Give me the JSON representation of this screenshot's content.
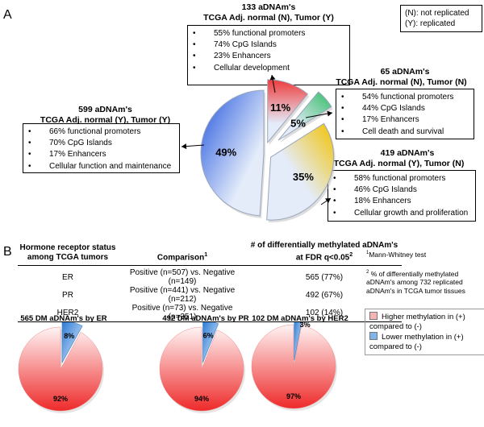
{
  "panel_a": {
    "letter": "A",
    "legend": [
      "(N): not replicated",
      "(Y): replicated"
    ],
    "groups": [
      {
        "key": "red",
        "title1": "133 aDNAm's",
        "title2": "TCGA Adj. normal (N), Tumor (Y)",
        "items": [
          "55% functional promoters",
          "74% CpG Islands",
          "23% Enhancers",
          "Cellular development"
        ]
      },
      {
        "key": "green",
        "title1": "65 aDNAm's",
        "title2": "TCGA Adj. normal (N), Tumor (N)",
        "items": [
          "54% functional promoters",
          "44% CpG Islands",
          "17% Enhancers",
          "Cell death and survival"
        ]
      },
      {
        "key": "blue",
        "title1": "599 aDNAm's",
        "title2": "TCGA Adj. normal (Y), Tumor (Y)",
        "items": [
          "66% functional promoters",
          "70% CpG Islands",
          "17% Enhancers",
          "Cellular function and maintenance"
        ]
      },
      {
        "key": "yellow",
        "title1": "419 aDNAm's",
        "title2": "TCGA Adj. normal (Y), Tumor (N)",
        "items": [
          "58% functional promoters",
          "46% CpG Islands",
          "18% Enhancers",
          "Cellular growth and proliferation"
        ]
      }
    ]
  },
  "panel_b": {
    "letter": "B",
    "table": {
      "headers": [
        "Hormone receptor status among TCGA tumors",
        "Comparison",
        "# of differentially methylated aDNAm's at FDR q<0.05"
      ],
      "header_sups": [
        "1",
        "2"
      ],
      "rows": [
        [
          "ER",
          "Positive (n=507) vs. Negative (n=149)",
          "565 (77%)"
        ],
        [
          "PR",
          "Positive (n=441) vs. Negative (n=212)",
          "492 (67%)"
        ],
        [
          "HER2",
          "Positive (n=73) vs. Negative (n=351)",
          "102 (14%)"
        ]
      ]
    },
    "footnote1": {
      "sup": "1",
      "text": "Mann-Whitney test"
    },
    "footnote2": {
      "sup": "2",
      "text": " % of differentially methylated aDNAm's among  732 replicated aDNAm's  in TCGA tumor tissues"
    },
    "legend": [
      "Higher methylation in (+) compared to (-)",
      "Lower methylation in (+) compared to (-)"
    ]
  },
  "colors": {
    "red": "#ee3b3b",
    "green": "#33bb66",
    "blue": "#2255dd",
    "yellow": "#f2c200",
    "light": "#e4ecfa",
    "pink_legend": "#f7b4b4",
    "blue_legend": "#7fb5ea"
  },
  "chart_data": [
    {
      "type": "pie",
      "title": "",
      "slices": [
        {
          "label": "11%",
          "value": 11,
          "color": "#ee3b3b"
        },
        {
          "label": "5%",
          "value": 5,
          "color": "#33bb66"
        },
        {
          "label": "35%",
          "value": 35,
          "color": "#f2c200"
        },
        {
          "label": "49%",
          "value": 49,
          "color": "#2255dd"
        }
      ]
    },
    {
      "type": "pie",
      "title": "565 DM aDNAm's by ER",
      "slices": [
        {
          "label": "8%",
          "value": 8,
          "color": "#2f7fd6"
        },
        {
          "label": "92%",
          "value": 92,
          "color": "#ee3333"
        }
      ]
    },
    {
      "type": "pie",
      "title": "492 DM aDNAm's by PR",
      "slices": [
        {
          "label": "6%",
          "value": 6,
          "color": "#2f7fd6"
        },
        {
          "label": "94%",
          "value": 94,
          "color": "#ee3333"
        }
      ]
    },
    {
      "type": "pie",
      "title": "102 DM aDNAm's by HER2",
      "slices": [
        {
          "label": "3%",
          "value": 3,
          "color": "#2f7fd6"
        },
        {
          "label": "97%",
          "value": 97,
          "color": "#ee3333"
        }
      ]
    }
  ]
}
